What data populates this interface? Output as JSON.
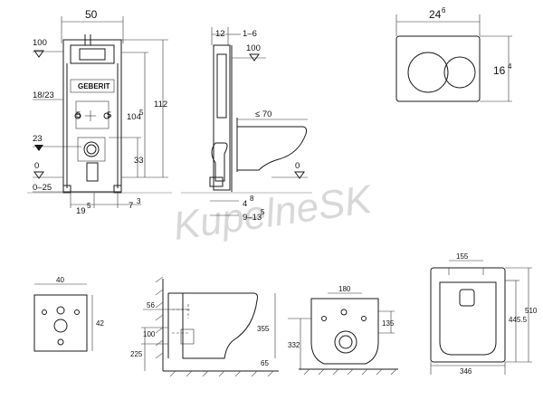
{
  "watermark": "KupelneSK",
  "frame_front": {
    "width": "50",
    "height_total": "112",
    "height_top": "104",
    "height_top_sup": "5",
    "level_100": "100",
    "level_23": "23",
    "level_0": "0",
    "range": "0–25",
    "spacing": "18/23",
    "offset_left": "5",
    "offset_right": "5",
    "height_33": "33",
    "bottom_left": "19",
    "bottom_left_sup": "5",
    "bottom_right": "7",
    "bottom_right_sup": "3",
    "brand": "GEBERIT"
  },
  "frame_side": {
    "top_a": "12",
    "top_b": "1–6",
    "level_100": "100",
    "reach": "≤ 70",
    "level_0": "0",
    "bottom_a": "4",
    "bottom_a_sup": "8",
    "bottom_b": "9–13",
    "bottom_b_sup": "5"
  },
  "plate": {
    "width": "24",
    "width_sup": "6",
    "height": "16",
    "height_sup": "4"
  },
  "plate_small": {
    "width": "40",
    "height": "42"
  },
  "bowl_side": {
    "a": "56",
    "b": "100",
    "c": "225",
    "d": "355",
    "e": "65"
  },
  "bowl_front": {
    "width": "180",
    "a": "135",
    "b": "332"
  },
  "bowl_top": {
    "width_top": "155",
    "height_a": "445.5",
    "height_b": "510",
    "width_bottom": "346"
  }
}
